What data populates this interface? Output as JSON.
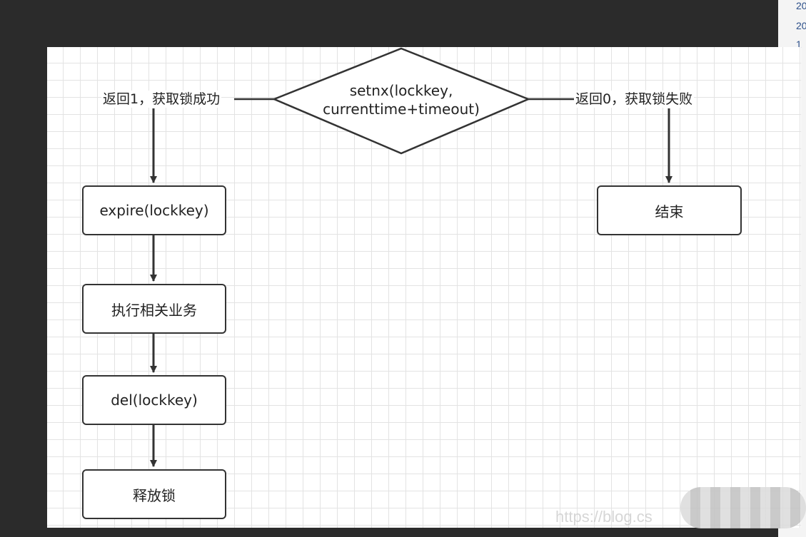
{
  "sidebar_fragments": [
    "20",
    "20",
    "1"
  ],
  "diagram": {
    "decision": {
      "line1": "setnx(lockkey,",
      "line2": "currenttime+timeout)"
    },
    "left_branch_label": "返回1，获取锁成功",
    "right_branch_label": "返回0，获取锁失败",
    "steps": [
      "expire(lockkey)",
      "执行相关业务",
      "del(lockkey)",
      "释放锁"
    ],
    "end_label": "结束"
  },
  "watermark": "https://blog.cs"
}
